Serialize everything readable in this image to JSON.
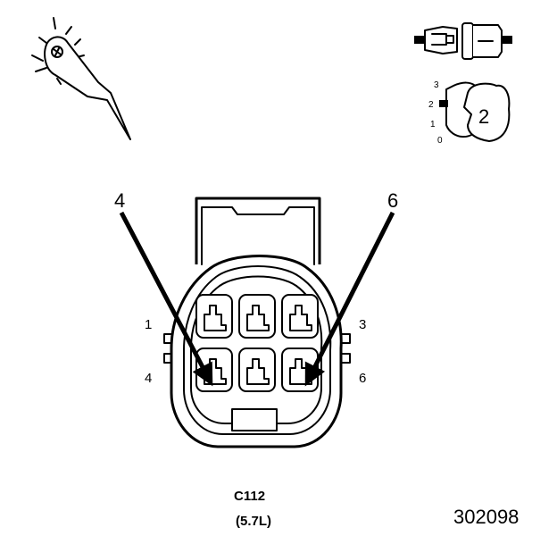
{
  "diagram": {
    "callouts": {
      "left": "4",
      "right": "6"
    },
    "pin_labels": {
      "top_left": "1",
      "bottom_left": "4",
      "top_right": "3",
      "bottom_right": "6"
    },
    "position_scale": [
      "3",
      "2",
      "1",
      "0"
    ],
    "position_value": "2",
    "connector_id": "C112",
    "engine": "(5.7L)",
    "figure_number": "302098"
  },
  "colors": {
    "line": "#000000",
    "background": "#ffffff",
    "fill": "#ffffff"
  },
  "icons": {
    "probe": "test-probe-icon",
    "connector_pair": "connector-pair-icon",
    "position_knob": "position-knob-icon"
  }
}
